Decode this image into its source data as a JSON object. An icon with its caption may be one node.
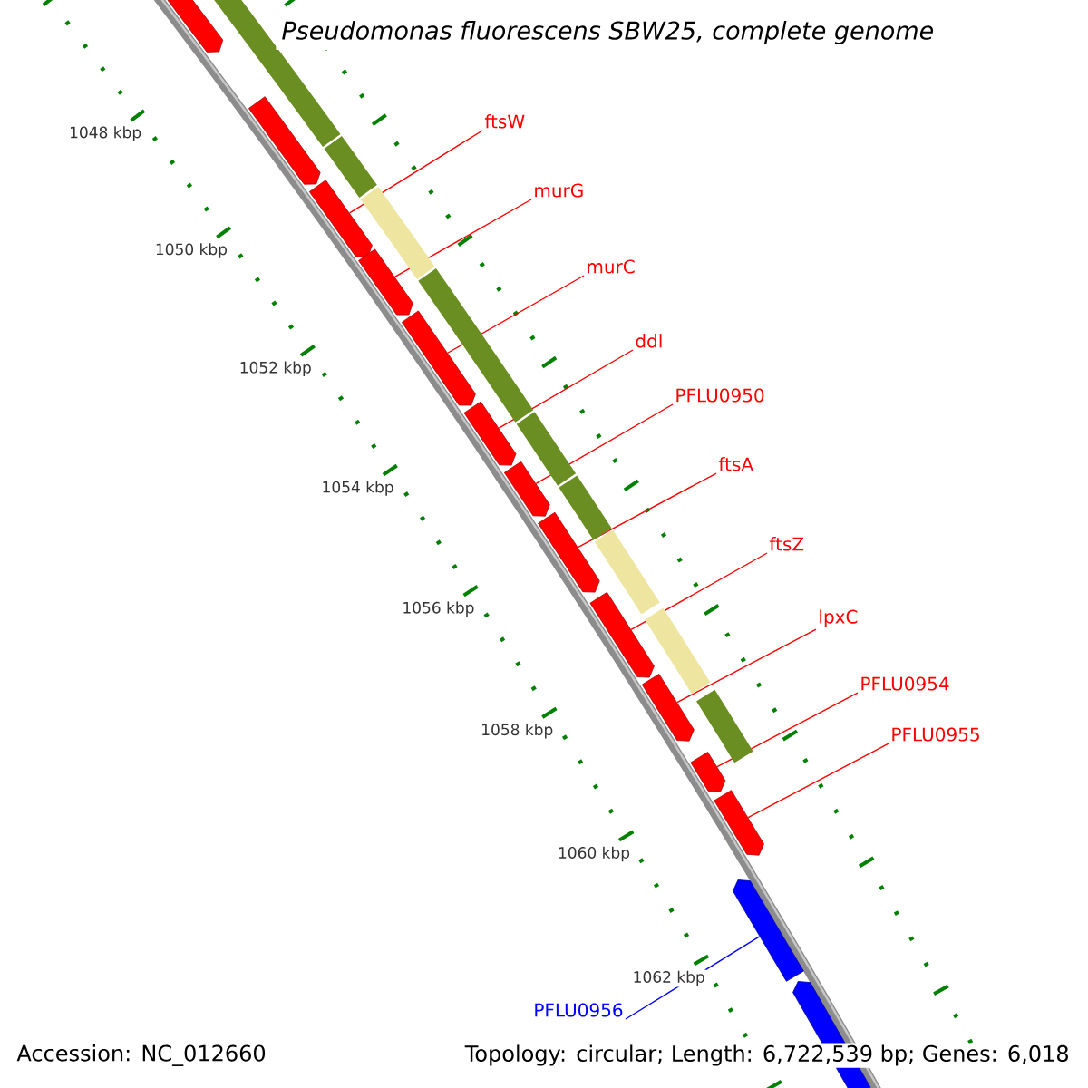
{
  "diagram": {
    "title": "Pseudomonas fluorescens SBW25, complete genome",
    "nodes": [
      {
        "text": [],
        "shape": "arrow"
      },
      {
        "text": [],
        "shape": "arrow"
      },
      {
        "text": [],
        "shape": "arrow"
      },
      {
        "text": [],
        "shape": "arrow"
      },
      {
        "text": [],
        "shape": "arrow"
      },
      {
        "text": [],
        "shape": "arrow"
      },
      {
        "text": [],
        "shape": "arrow"
      },
      {
        "text": [],
        "shape": "arrow"
      },
      {
        "text": [],
        "shape": "arrow"
      },
      {
        "text": [],
        "shape": "arrow"
      },
      {
        "text": [],
        "shape": "arrow"
      },
      {
        "text": [],
        "shape": "arrow"
      },
      {
        "text": [],
        "shape": "arrow"
      },
      {
        "text": [],
        "shape": "arrow"
      },
      {
        "text": [
          "ftsW"
        ]
      },
      {
        "text": [
          "murG"
        ]
      },
      {
        "text": [
          "murC"
        ]
      },
      {
        "text": [
          "ddl"
        ]
      },
      {
        "text": [
          "PFLU0950"
        ]
      },
      {
        "text": [
          "ftsA"
        ]
      },
      {
        "text": [
          "ftsZ"
        ]
      },
      {
        "text": [
          "lpxC"
        ]
      },
      {
        "text": [
          "PFLU0954"
        ]
      },
      {
        "text": [
          "PFLU0955"
        ]
      },
      {
        "text": [
          "PFLU0956"
        ]
      }
    ],
    "edges": [
      {
        "from": 14,
        "to": 2,
        "arrow": "none"
      },
      {
        "from": 15,
        "to": 3,
        "arrow": "none"
      },
      {
        "from": 16,
        "to": 4,
        "arrow": "none"
      },
      {
        "from": 17,
        "to": 5,
        "arrow": "none"
      },
      {
        "from": 18,
        "to": 6,
        "arrow": "none"
      },
      {
        "from": 19,
        "to": 7,
        "arrow": "none"
      },
      {
        "from": 20,
        "to": 8,
        "arrow": "none"
      },
      {
        "from": 21,
        "to": 9,
        "arrow": "none"
      },
      {
        "from": 22,
        "to": 10,
        "arrow": "none"
      },
      {
        "from": 23,
        "to": 11,
        "arrow": "none"
      },
      {
        "from": 24,
        "to": 12,
        "arrow": "none",
        "color": "#0000ff"
      }
    ],
    "labels": [
      "1048 kbp",
      "1050 kbp",
      "1052 kbp",
      "1054 kbp",
      "1056 kbp",
      "1058 kbp",
      "1060 kbp",
      "1062 kbp",
      "Accession: NC_012660",
      "Topology: circular; Length: 6,722,539 bp; Genes: 6,018"
    ]
  }
}
